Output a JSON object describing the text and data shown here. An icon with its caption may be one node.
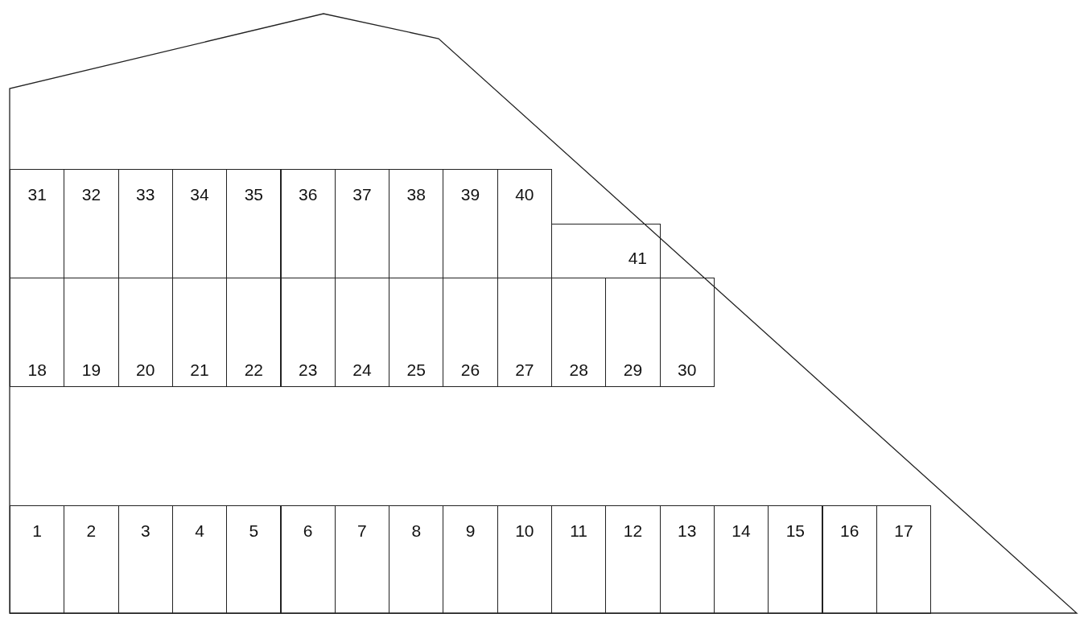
{
  "diagram": {
    "nodes": [
      {
        "text": [
          "31"
        ]
      },
      {
        "text": [
          "32"
        ]
      },
      {
        "text": [
          "33"
        ]
      },
      {
        "text": [
          "34"
        ]
      },
      {
        "text": [
          "35"
        ]
      },
      {
        "text": [
          "36"
        ]
      },
      {
        "text": [
          "37"
        ]
      },
      {
        "text": [
          "38"
        ]
      },
      {
        "text": [
          "39"
        ]
      },
      {
        "text": [
          "40"
        ]
      },
      {
        "text": [
          "41"
        ]
      },
      {
        "text": [
          "18"
        ]
      },
      {
        "text": [
          "19"
        ]
      },
      {
        "text": [
          "20"
        ]
      },
      {
        "text": [
          "21"
        ]
      },
      {
        "text": [
          "22"
        ]
      },
      {
        "text": [
          "23"
        ]
      },
      {
        "text": [
          "24"
        ]
      },
      {
        "text": [
          "25"
        ]
      },
      {
        "text": [
          "26"
        ]
      },
      {
        "text": [
          "27"
        ]
      },
      {
        "text": [
          "28"
        ]
      },
      {
        "text": [
          "29"
        ]
      },
      {
        "text": [
          "30"
        ]
      },
      {
        "text": [
          "1"
        ]
      },
      {
        "text": [
          "2"
        ]
      },
      {
        "text": [
          "3"
        ]
      },
      {
        "text": [
          "4"
        ]
      },
      {
        "text": [
          "5"
        ]
      },
      {
        "text": [
          "6"
        ]
      },
      {
        "text": [
          "7"
        ]
      },
      {
        "text": [
          "8"
        ]
      },
      {
        "text": [
          "9"
        ]
      },
      {
        "text": [
          "10"
        ]
      },
      {
        "text": [
          "11"
        ]
      },
      {
        "text": [
          "12"
        ]
      },
      {
        "text": [
          "13"
        ]
      },
      {
        "text": [
          "14"
        ]
      },
      {
        "text": [
          "15"
        ]
      },
      {
        "text": [
          "16"
        ]
      },
      {
        "text": [
          "17"
        ]
      }
    ]
  }
}
